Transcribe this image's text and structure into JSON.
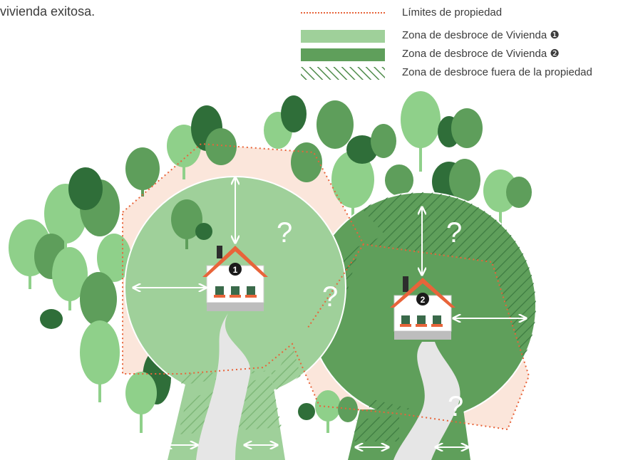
{
  "intro": {
    "text": "vivienda exitosa."
  },
  "legend": {
    "property_boundary": "Límites de propiedad",
    "zone_home_1": "Zona de desbroce de Vivienda ❶",
    "zone_home_2": "Zona de desbroce de Vivienda ❷",
    "zone_outside_property": "Zona de desbroce fuera de la propiedad"
  },
  "diagram": {
    "home_1_number": "1",
    "home_2_number": "2",
    "question_mark": "?"
  },
  "colors": {
    "property_fill": "#fbe6db",
    "boundary": "#e8643a",
    "zone_1": "#9fd09a",
    "zone_2": "#5f9f5b",
    "tree_light": "#8fd08a",
    "tree_medium": "#5e9e5b",
    "tree_dark": "#2f6e39",
    "road": "#e6e6e6",
    "roof": "#e8643a",
    "house_wall": "#ffffff"
  }
}
